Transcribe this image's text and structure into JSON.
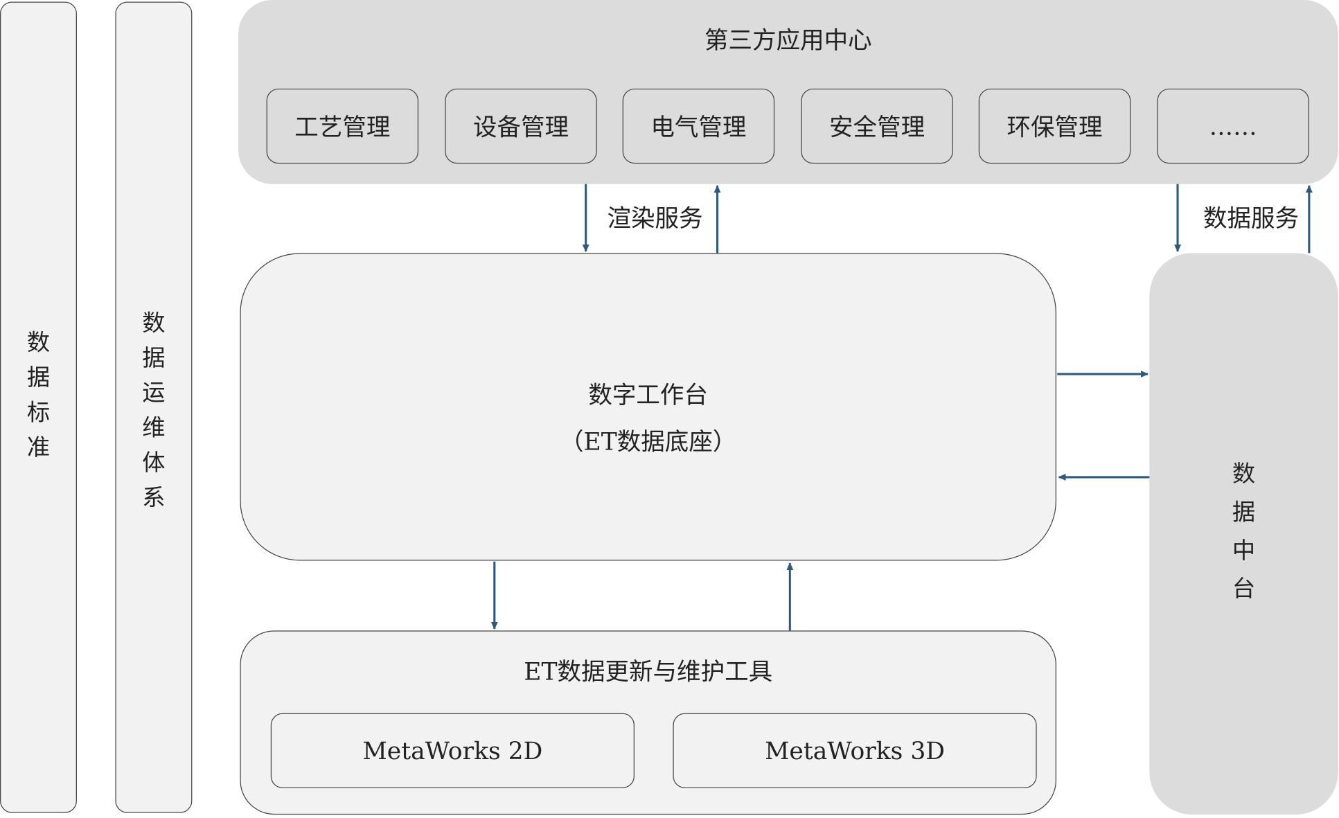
{
  "pillars": {
    "data_standard": [
      "数",
      "据",
      "标",
      "准"
    ],
    "data_ops": [
      "数",
      "据",
      "运",
      "维",
      "体",
      "系"
    ]
  },
  "third_party": {
    "title": "第三方应用中心",
    "apps": [
      "工艺管理",
      "设备管理",
      "电气管理",
      "安全管理",
      "环保管理",
      "……"
    ]
  },
  "connectors": {
    "render_service": "渲染服务",
    "data_service": "数据服务"
  },
  "workbench": {
    "title": "数字工作台",
    "subtitle": "（ET数据底座）"
  },
  "data_platform": [
    "数",
    "据",
    "中",
    "台"
  ],
  "tools": {
    "title": "ET数据更新与维护工具",
    "items": [
      "MetaWorks 2D",
      "MetaWorks 3D"
    ]
  },
  "colors": {
    "arrow": "#2e5a80",
    "dark_fill": "#dcdcdc",
    "light_fill": "#f2f2f2"
  }
}
